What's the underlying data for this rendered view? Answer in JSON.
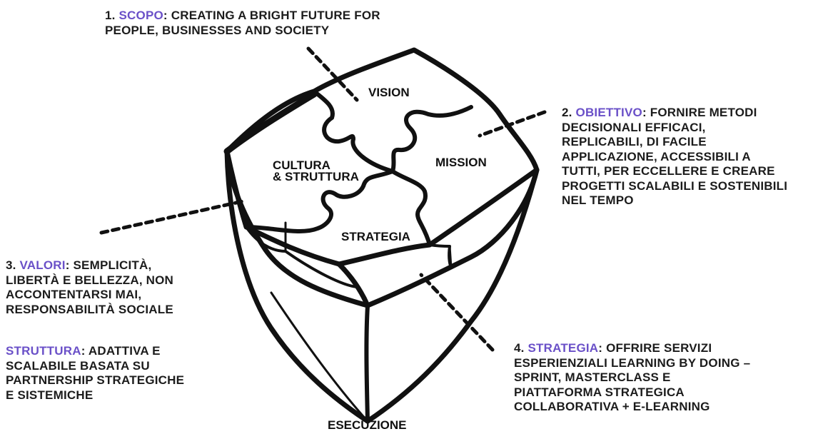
{
  "colors": {
    "keyword": "#6a50c8",
    "text": "#1c1c1c",
    "lines": "#111111"
  },
  "annotations": {
    "scopo": {
      "num": "1.",
      "keyword": "SCOPO",
      "sep": ":",
      "lines": [
        "CREATING A BRIGHT FUTURE FOR",
        "PEOPLE, BUSINESSES AND SOCIETY"
      ]
    },
    "obiettivo": {
      "num": "2.",
      "keyword": "OBIETTIVO",
      "sep": ":",
      "lines": [
        "FORNIRE  METODI",
        "DECISIONALI  EFFICACI,",
        "REPLICABILI,  DI FACILE",
        "APPLICAZIONE,  ACCESSIBILI  A",
        "TUTTI, PER ECCELLERE E CREARE",
        "PROGETTI SCALABILI  E SOSTENIBILI",
        "NEL TEMPO"
      ]
    },
    "valori": {
      "num": "3.",
      "keyword": "VALORI",
      "sep": ":",
      "lines": [
        "SEMPLICITÀ,",
        "LIBERTÀ E BELLEZZA,  NON",
        "ACCONTENTARSI MAI,",
        "RESPONSABILITÀ  SOCIALE"
      ]
    },
    "struttura": {
      "keyword": "STRUTTURA",
      "sep": ":",
      "lines": [
        "ADATTIVA E",
        "SCALABILE  BASATA SU",
        "PARTNERSHIP STRATEGICHE",
        "E SISTEMICHE"
      ]
    },
    "strategia": {
      "num": "4.",
      "keyword": "STRATEGIA",
      "sep": ":",
      "lines": [
        "OFFRIRE SERVIZI",
        "ESPERIENZIALI  LEARNING BY DOING –",
        "SPRINT, MASTERCLASS  E",
        "PIATTAFORMA STRATEGICA",
        "COLLABORATIVA + E-LEARNING"
      ]
    }
  },
  "puzzle": {
    "vision": "VISION",
    "mission": "MISSION",
    "cultura": [
      "CULTURA",
      "& STRUTTURA"
    ],
    "strategia": "STRATEGIA",
    "base": "ESECUZIONE"
  }
}
